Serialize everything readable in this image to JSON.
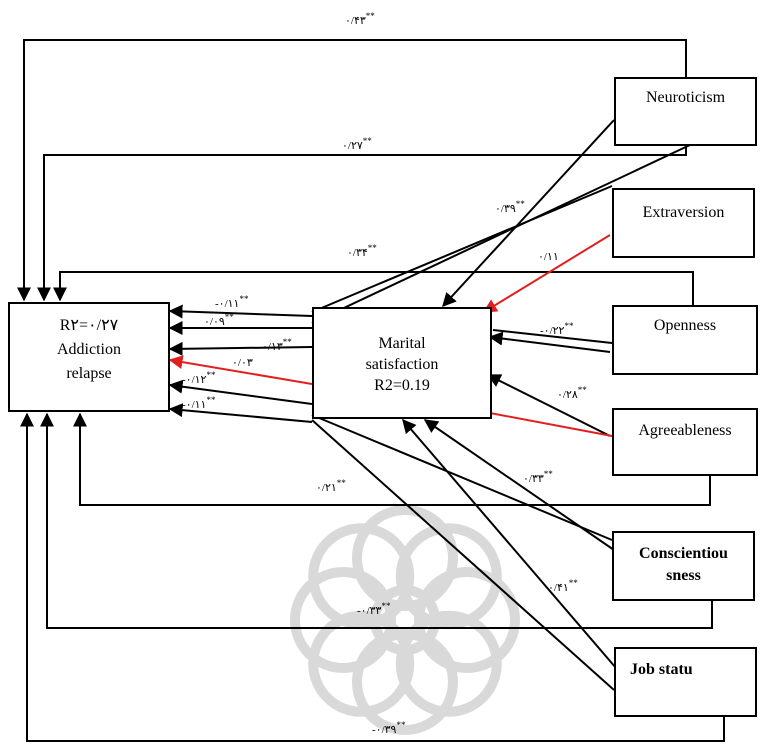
{
  "nodes": {
    "addiction": {
      "lines": [
        "R۲=۰/۲۷",
        "Addiction",
        "relapse"
      ]
    },
    "marital": {
      "lines": [
        "Marital",
        "satisfaction",
        "R2=0.19"
      ]
    },
    "neuroticism": {
      "lines": [
        "Neuroticism"
      ]
    },
    "extraversion": {
      "lines": [
        "Extraversion"
      ]
    },
    "openness": {
      "lines": [
        "Openness"
      ]
    },
    "agreeableness": {
      "lines": [
        "Agreeableness"
      ]
    },
    "conscientiousness": {
      "lines": [
        "Conscientiou",
        "sness"
      ]
    },
    "job_status": {
      "lines": [
        "Job statu"
      ]
    }
  },
  "edges": {
    "top_loop": {
      "value": "۰/۴۳",
      "sig": "**"
    },
    "loop_2": {
      "value": "۰/۲۷",
      "sig": "**"
    },
    "loop_3": {
      "value": "۰/۳۴",
      "sig": "**"
    },
    "n_to_m": {
      "value": "۰/۳۹",
      "sig": "**"
    },
    "e_to_m": {
      "value": "۰/۱۱",
      "sig": ""
    },
    "o_to_m": {
      "value": "-۰/۲۲",
      "sig": "**"
    },
    "a_to_m": {
      "value": "۰/۲۸",
      "sig": "**"
    },
    "c_to_m": {
      "value": "۰/۳۳",
      "sig": "**"
    },
    "j_to_m": {
      "value": "۰/۴۱",
      "sig": "**"
    },
    "m1": {
      "value": "-۰/۱۱",
      "sig": "**"
    },
    "m2": {
      "value": "۰/۰۹",
      "sig": "**"
    },
    "m3": {
      "value": "۰/۱۳",
      "sig": "**"
    },
    "m4": {
      "value": "۰/۰۳",
      "sig": ""
    },
    "m5": {
      "value": "-۰/۱۲",
      "sig": "**"
    },
    "m6": {
      "value": "-۰/۱۱",
      "sig": "**"
    },
    "loop_agree": {
      "value": "۰/۲۱",
      "sig": "**"
    },
    "loop_consc": {
      "value": "-۰/۳۳",
      "sig": "**"
    },
    "loop_job": {
      "value": "-۰/۳۹",
      "sig": "**"
    }
  },
  "colors": {
    "line": "#000000",
    "nonsig": "#e0201e",
    "watermark": "#d9d9d9"
  }
}
